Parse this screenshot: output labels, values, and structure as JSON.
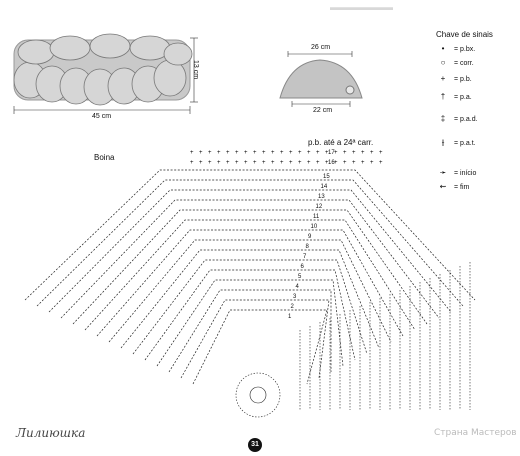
{
  "scarf": {
    "height_label": "13 cm",
    "width_label": "45 cm"
  },
  "beret": {
    "top_label": "26 cm",
    "bottom_label": "22 cm"
  },
  "legend": {
    "title": "Chave de sinais",
    "items": [
      {
        "symbol": "•",
        "label": "= p.bx."
      },
      {
        "symbol": "○",
        "label": "= corr."
      },
      {
        "symbol": "+",
        "label": "= p.b."
      },
      {
        "symbol": "†",
        "label": "= p.a."
      },
      {
        "symbol": "‡",
        "label": "= p.a.d."
      },
      {
        "symbol": "⫲",
        "label": "= p.a.t."
      },
      {
        "symbol": "➛",
        "label": "= início"
      },
      {
        "symbol": "⇜",
        "label": "= fim"
      }
    ]
  },
  "diagram": {
    "title": "Boina",
    "note": "p.b. até a 24ª carr.",
    "row_labels": [
      "17",
      "16",
      "15",
      "14",
      "13",
      "12",
      "11",
      "10",
      "9",
      "8",
      "7",
      "6",
      "5",
      "4",
      "3",
      "2",
      "1"
    ]
  },
  "footer": {
    "signature": "Лилиюшка",
    "page_number": "31",
    "watermark": "Страна Мастеров"
  }
}
